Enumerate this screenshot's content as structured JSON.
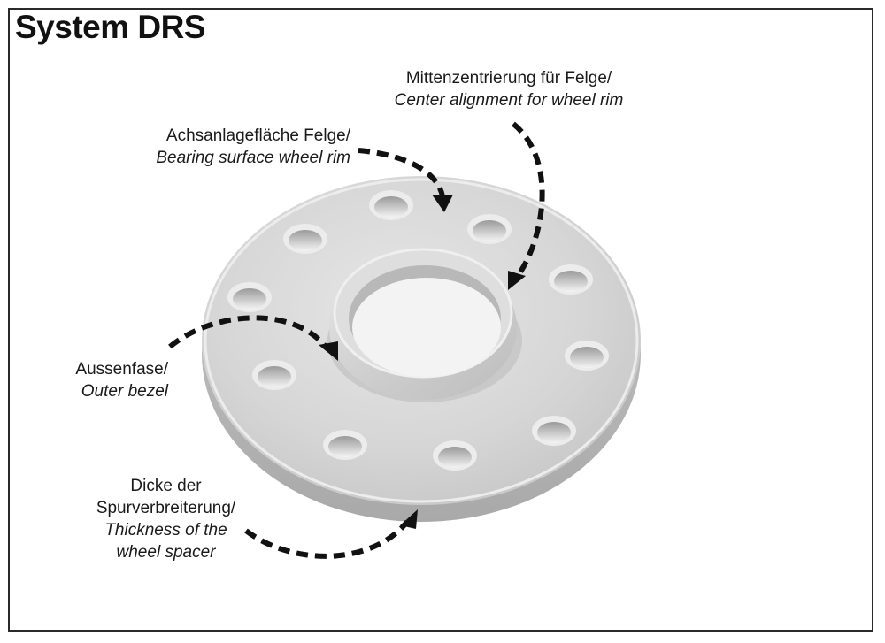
{
  "title": "System DRS",
  "labels": {
    "center_alignment": {
      "de": "Mittenzentrierung für Felge/",
      "en": "Center alignment for wheel rim"
    },
    "bearing_surface": {
      "de": "Achsanlagefläche Felge/",
      "en": "Bearing surface wheel rim"
    },
    "outer_bezel": {
      "de": "Aussenfase/",
      "en": "Outer bezel"
    },
    "thickness": {
      "de1": "Dicke der",
      "de2": "Spurverbreiterung/",
      "en1": "Thickness of the",
      "en2": "wheel spacer"
    }
  },
  "colors": {
    "frame": "#2a2a2a",
    "metal_light": "#dcdcdc",
    "metal_dark": "#b4b4b4",
    "arrow": "#111111"
  }
}
